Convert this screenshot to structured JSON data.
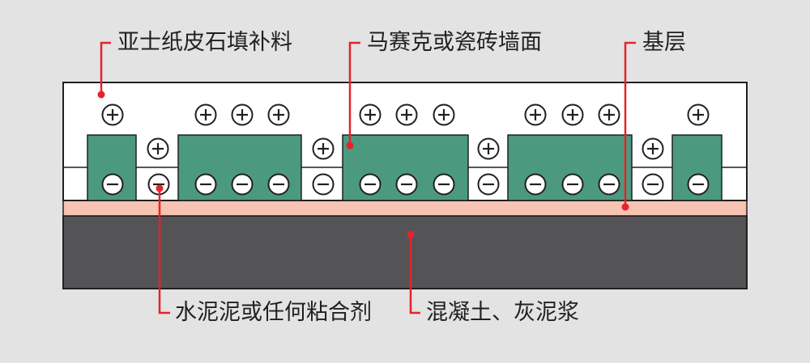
{
  "labels": {
    "filler": "亚士纸皮石填补料",
    "mosaic": "马赛克或瓷砖墙面",
    "base": "基层",
    "adhesive": "水泥泥或任何粘合剂",
    "concrete": "混凝土、灰泥浆"
  },
  "colors": {
    "background": "#e3e3e3",
    "tile": "#4b9a80",
    "filler": "#ffffff",
    "base_layer": "#f7c3b2",
    "concrete": "#545456",
    "outline": "#231f20",
    "leader": "#e4232b"
  },
  "icons": {
    "plus": "plus-circle-icon",
    "minus": "minus-circle-icon"
  }
}
